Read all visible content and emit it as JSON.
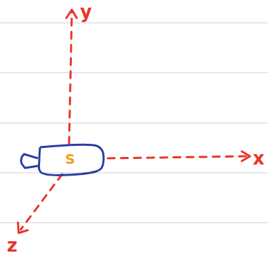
{
  "diagram": {
    "nodes": [
      {
        "text": [
          "S"
        ]
      }
    ],
    "labels": [
      "y",
      "x",
      "z"
    ]
  }
}
